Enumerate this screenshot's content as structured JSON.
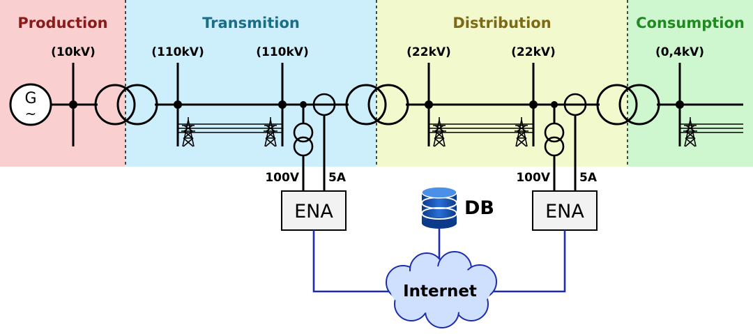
{
  "zones": {
    "production": "Production",
    "transmission": "Transmition",
    "distribution": "Distribution",
    "consumption": "Consumption"
  },
  "voltages": {
    "v1": "(10kV)",
    "v2": "(110kV)",
    "v3": "(110kV)",
    "v4": "(22kV)",
    "v5": "(22kV)",
    "v6": "(0,4kV)"
  },
  "generator": {
    "symbol": "G",
    "wave": "~"
  },
  "meters": {
    "left_voltage": "100V",
    "left_current": "5A",
    "right_voltage": "100V",
    "right_current": "5A"
  },
  "devices": {
    "ena_left": "ENA",
    "ena_right": "ENA",
    "db": "DB",
    "internet": "Internet"
  },
  "colors": {
    "production_bg": "#f9cfcf",
    "transmission_bg": "#cdeffc",
    "distribution_bg": "#f1f9cd",
    "consumption_bg": "#cff7cf",
    "production_text": "#8b1a1a",
    "transmission_text": "#1a6e86",
    "distribution_text": "#7d6a16",
    "consumption_text": "#1f8a1f",
    "network_line": "#1c2bb0",
    "cloud_fill": "#cfe0ff"
  }
}
